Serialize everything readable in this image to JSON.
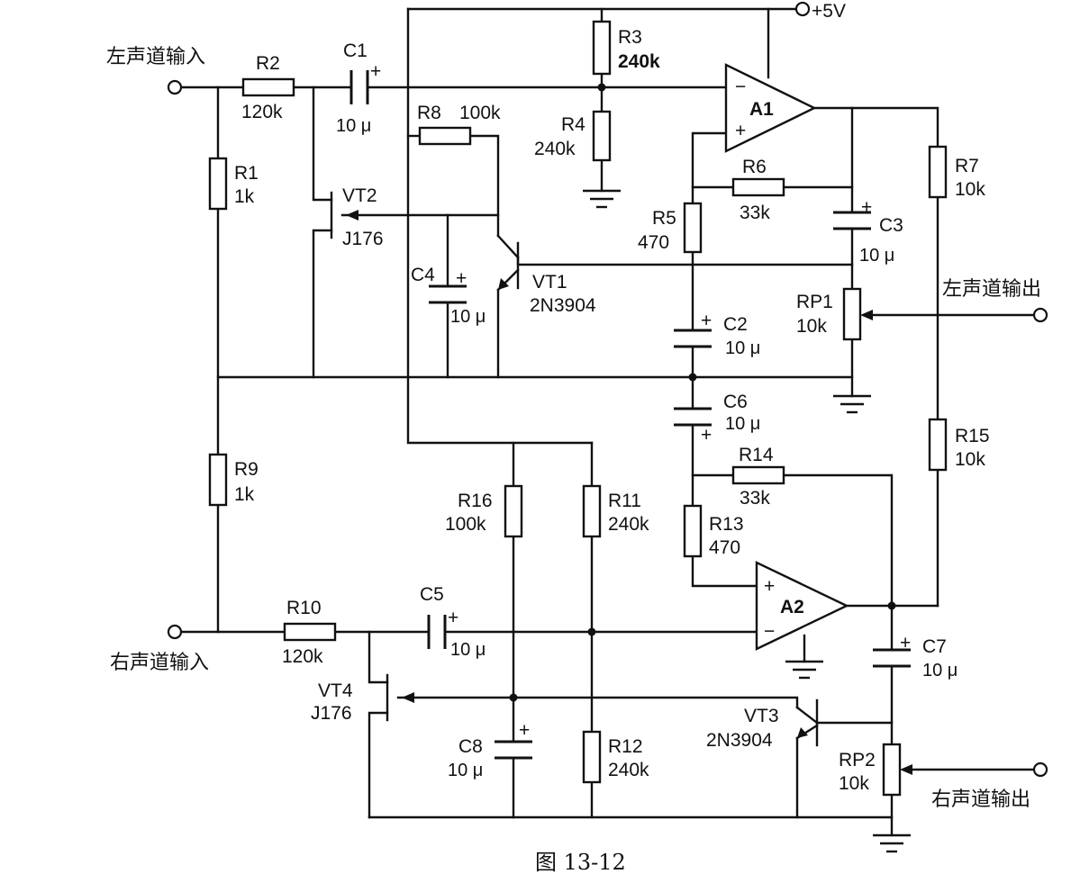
{
  "figure_caption": "图 13-12",
  "supply": "+5V",
  "io": {
    "left_in": "左声道输入",
    "right_in": "右声道输入",
    "left_out": "左声道输出",
    "right_out": "右声道输出"
  },
  "components": {
    "R1": {
      "ref": "R1",
      "value": "1k"
    },
    "R2": {
      "ref": "R2",
      "value": "120k"
    },
    "R3": {
      "ref": "R3",
      "value": "240k"
    },
    "R4": {
      "ref": "R4",
      "value": "240k"
    },
    "R5": {
      "ref": "R5",
      "value": "470"
    },
    "R6": {
      "ref": "R6",
      "value": "33k"
    },
    "R7": {
      "ref": "R7",
      "value": "10k"
    },
    "R8": {
      "ref": "R8",
      "value": "100k"
    },
    "R9": {
      "ref": "R9",
      "value": "1k"
    },
    "R10": {
      "ref": "R10",
      "value": "120k"
    },
    "R11": {
      "ref": "R11",
      "value": "240k"
    },
    "R12": {
      "ref": "R12",
      "value": "240k"
    },
    "R13": {
      "ref": "R13",
      "value": "470"
    },
    "R14": {
      "ref": "R14",
      "value": "33k"
    },
    "R15": {
      "ref": "R15",
      "value": "10k"
    },
    "R16": {
      "ref": "R16",
      "value": "100k"
    },
    "C1": {
      "ref": "C1",
      "value": "10 μ"
    },
    "C2": {
      "ref": "C2",
      "value": "10 μ"
    },
    "C3": {
      "ref": "C3",
      "value": "10 μ"
    },
    "C4": {
      "ref": "C4",
      "value": "10 μ"
    },
    "C5": {
      "ref": "C5",
      "value": "10 μ"
    },
    "C6": {
      "ref": "C6",
      "value": "10 μ"
    },
    "C7": {
      "ref": "C7",
      "value": "10 μ"
    },
    "C8": {
      "ref": "C8",
      "value": "10 μ"
    },
    "RP1": {
      "ref": "RP1",
      "value": "10k"
    },
    "RP2": {
      "ref": "RP2",
      "value": "10k"
    },
    "VT1": {
      "ref": "VT1",
      "value": "2N3904"
    },
    "VT2": {
      "ref": "VT2",
      "value": "J176"
    },
    "VT3": {
      "ref": "VT3",
      "value": "2N3904"
    },
    "VT4": {
      "ref": "VT4",
      "value": "J176"
    },
    "A1": {
      "ref": "A1"
    },
    "A2": {
      "ref": "A2"
    }
  },
  "symbols": {
    "plus": "+",
    "minus": "−"
  }
}
